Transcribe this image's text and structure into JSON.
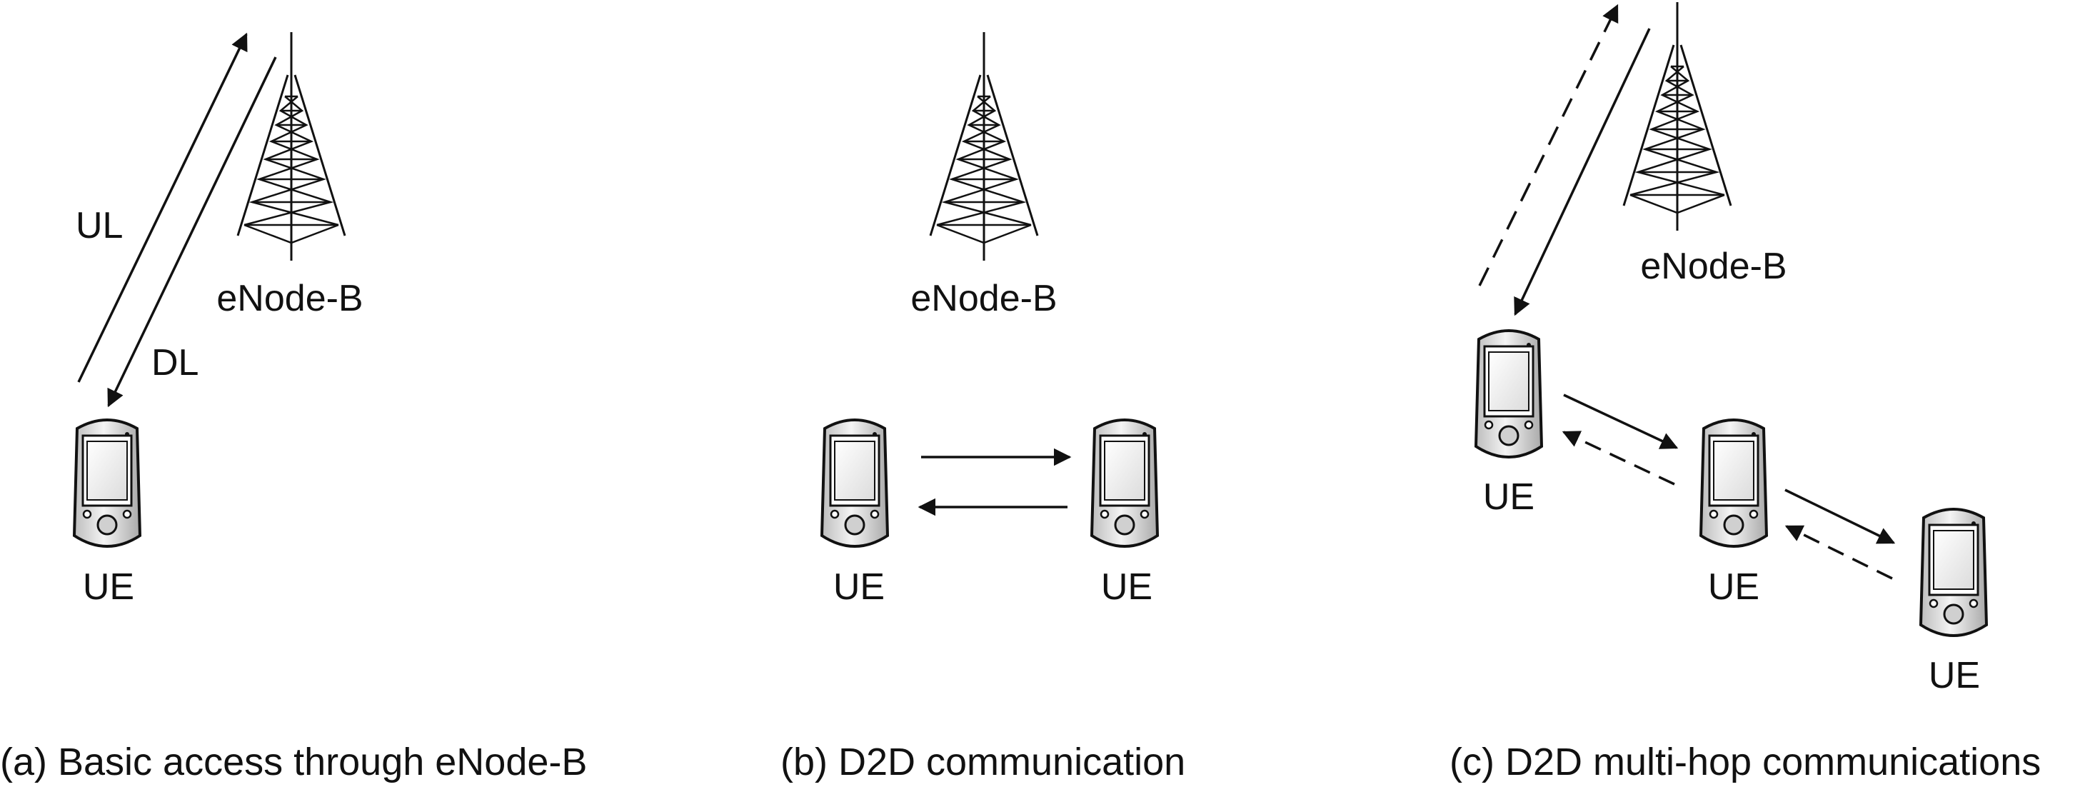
{
  "panels": [
    {
      "caption": "(a) Basic access through eNode-B",
      "tower_label": "eNode-B",
      "ul_label": "UL",
      "dl_label": "DL",
      "ue_label": "UE"
    },
    {
      "caption": "(b) D2D communication",
      "tower_label": "eNode-B",
      "ue_labels": [
        "UE",
        "UE"
      ]
    },
    {
      "caption": "(c) D2D multi-hop communications",
      "tower_label": "eNode-B",
      "ue_labels": [
        "UE",
        "UE",
        "UE"
      ]
    }
  ]
}
